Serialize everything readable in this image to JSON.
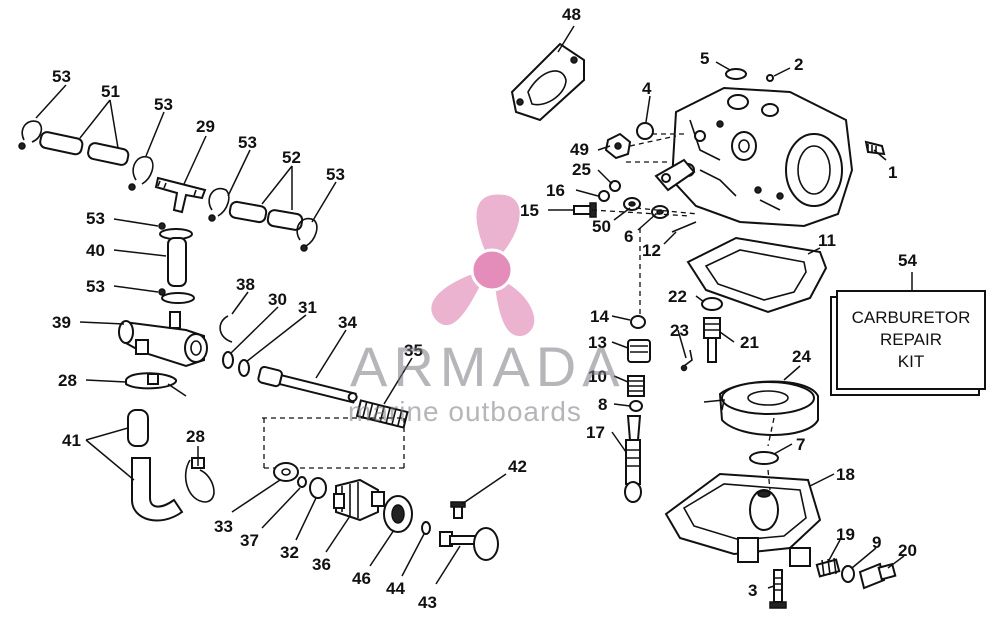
{
  "watermark": {
    "brand": "ARMADA",
    "tagline": "marine outboards"
  },
  "kit_box": {
    "line1": "CARBURETOR",
    "line2": "REPAIR",
    "line3": "KIT"
  },
  "callouts": {
    "c1": "1",
    "c2": "2",
    "c3": "3",
    "c4": "4",
    "c5": "5",
    "c6": "6",
    "c7": "7",
    "c8": "8",
    "c9": "9",
    "c10": "10",
    "c11": "11",
    "c12": "12",
    "c13": "13",
    "c14": "14",
    "c15": "15",
    "c16": "16",
    "c17": "17",
    "c18": "18",
    "c19": "19",
    "c20": "20",
    "c21": "21",
    "c22": "22",
    "c23": "23",
    "c24": "24",
    "c25": "25",
    "c28a": "28",
    "c28b": "28",
    "c29": "29",
    "c30": "30",
    "c31": "31",
    "c32": "32",
    "c33": "33",
    "c34": "34",
    "c35": "35",
    "c36": "36",
    "c37": "37",
    "c38": "38",
    "c39": "39",
    "c40": "40",
    "c41": "41",
    "c42": "42",
    "c43": "43",
    "c44": "44",
    "c46": "46",
    "c48": "48",
    "c49": "49",
    "c50": "50",
    "c51": "51",
    "c52": "52",
    "c53a": "53",
    "c53b": "53",
    "c53c": "53",
    "c53d": "53",
    "c53e": "53",
    "c53f": "53",
    "c54": "54"
  },
  "colors": {
    "line": "#111111",
    "logo_pink": "#e8a6c8",
    "logo_hub": "#e07ab0",
    "watermark_gray": "#8a8a96"
  }
}
